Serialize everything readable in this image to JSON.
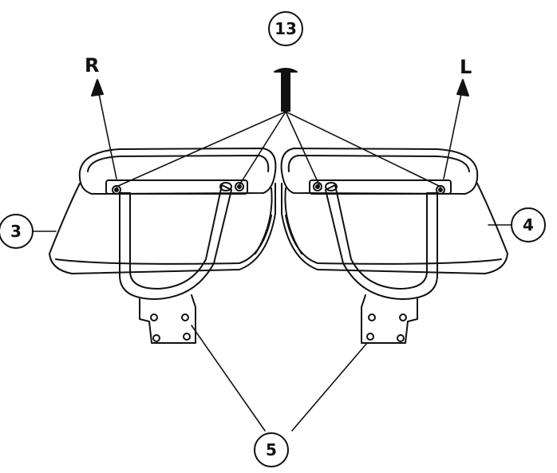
{
  "callouts": {
    "screw": "13",
    "right_pad": "3",
    "left_pad": "4",
    "brackets": "5"
  },
  "sides": {
    "right": "R",
    "left": "L"
  },
  "colors": {
    "line": "#111111",
    "background": "#ffffff"
  }
}
